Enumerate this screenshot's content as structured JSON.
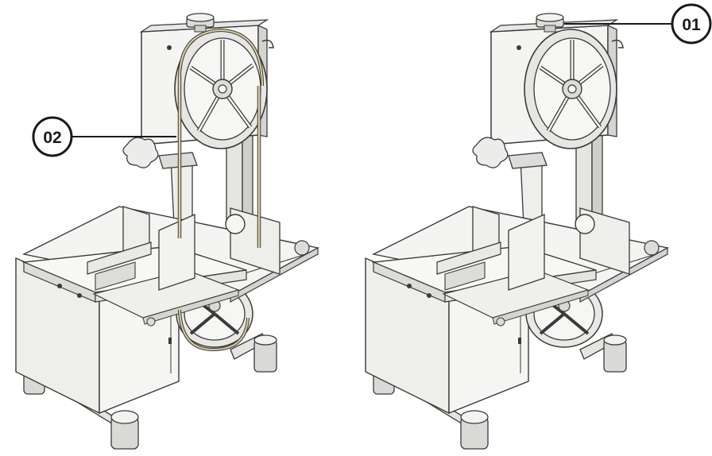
{
  "callouts": {
    "c01": {
      "label": "01",
      "target": "tension-knob"
    },
    "c02": {
      "label": "02",
      "target": "saw-blade"
    }
  },
  "colors": {
    "outline": "#3a3a3a",
    "body": "#f2f2f0",
    "shade": "#d9d9d6",
    "dark_shade": "#bdbdb9",
    "blade": "#d8cf9e",
    "callout": "#1a1a1a"
  },
  "machines": [
    {
      "name": "band-saw-left",
      "blade_visible": true
    },
    {
      "name": "band-saw-right",
      "blade_visible": false
    }
  ]
}
